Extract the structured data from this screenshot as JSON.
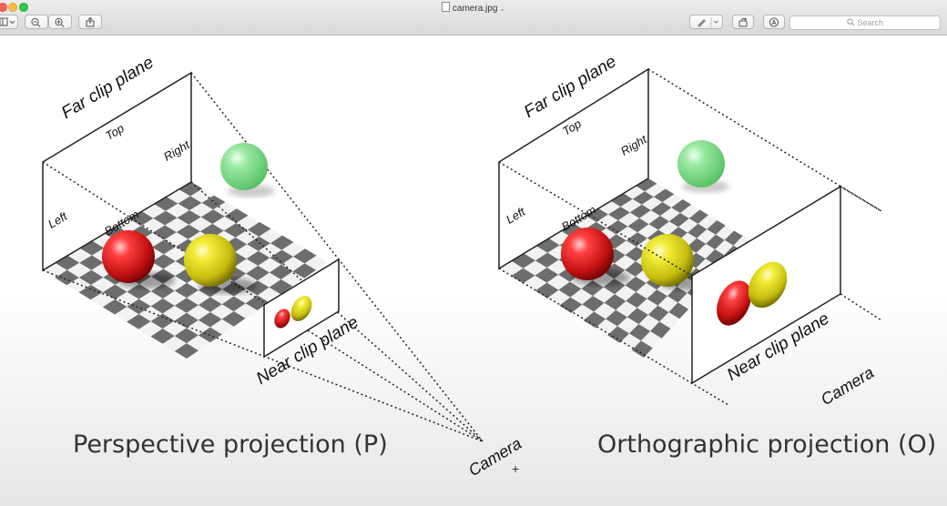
{
  "window": {
    "title": "camera.jpg",
    "search_placeholder": "Search"
  },
  "toolbar": {
    "icons": [
      "sidebar-icon",
      "chevron-down-icon",
      "zoom-out-icon",
      "zoom-in-icon",
      "share-icon",
      "markup-pen-icon",
      "rotate-icon",
      "markup-circle-icon",
      "search-icon"
    ]
  },
  "colors": {
    "red_sphere": "#d41e1e",
    "yellow_sphere": "#d9d21a",
    "green_sphere": "#7ee08a",
    "checker_dark": "#6d6d6d",
    "checker_light": "#f2f2f2"
  },
  "image": {
    "perspective": {
      "far_clip_plane": "Far clip plane",
      "top": "Top",
      "right": "Right",
      "left": "Left",
      "bottom": "Bottom",
      "near_clip_plane": "Near clip plane",
      "camera": "Camera",
      "caption": "Perspective projection (P)"
    },
    "orthographic": {
      "far_clip_plane": "Far clip plane",
      "top": "Top",
      "right": "Right",
      "left": "Left",
      "bottom": "Bottom",
      "near_clip_plane": "Near clip plane",
      "camera": "Camera",
      "caption": "Orthographic projection (O)"
    }
  }
}
